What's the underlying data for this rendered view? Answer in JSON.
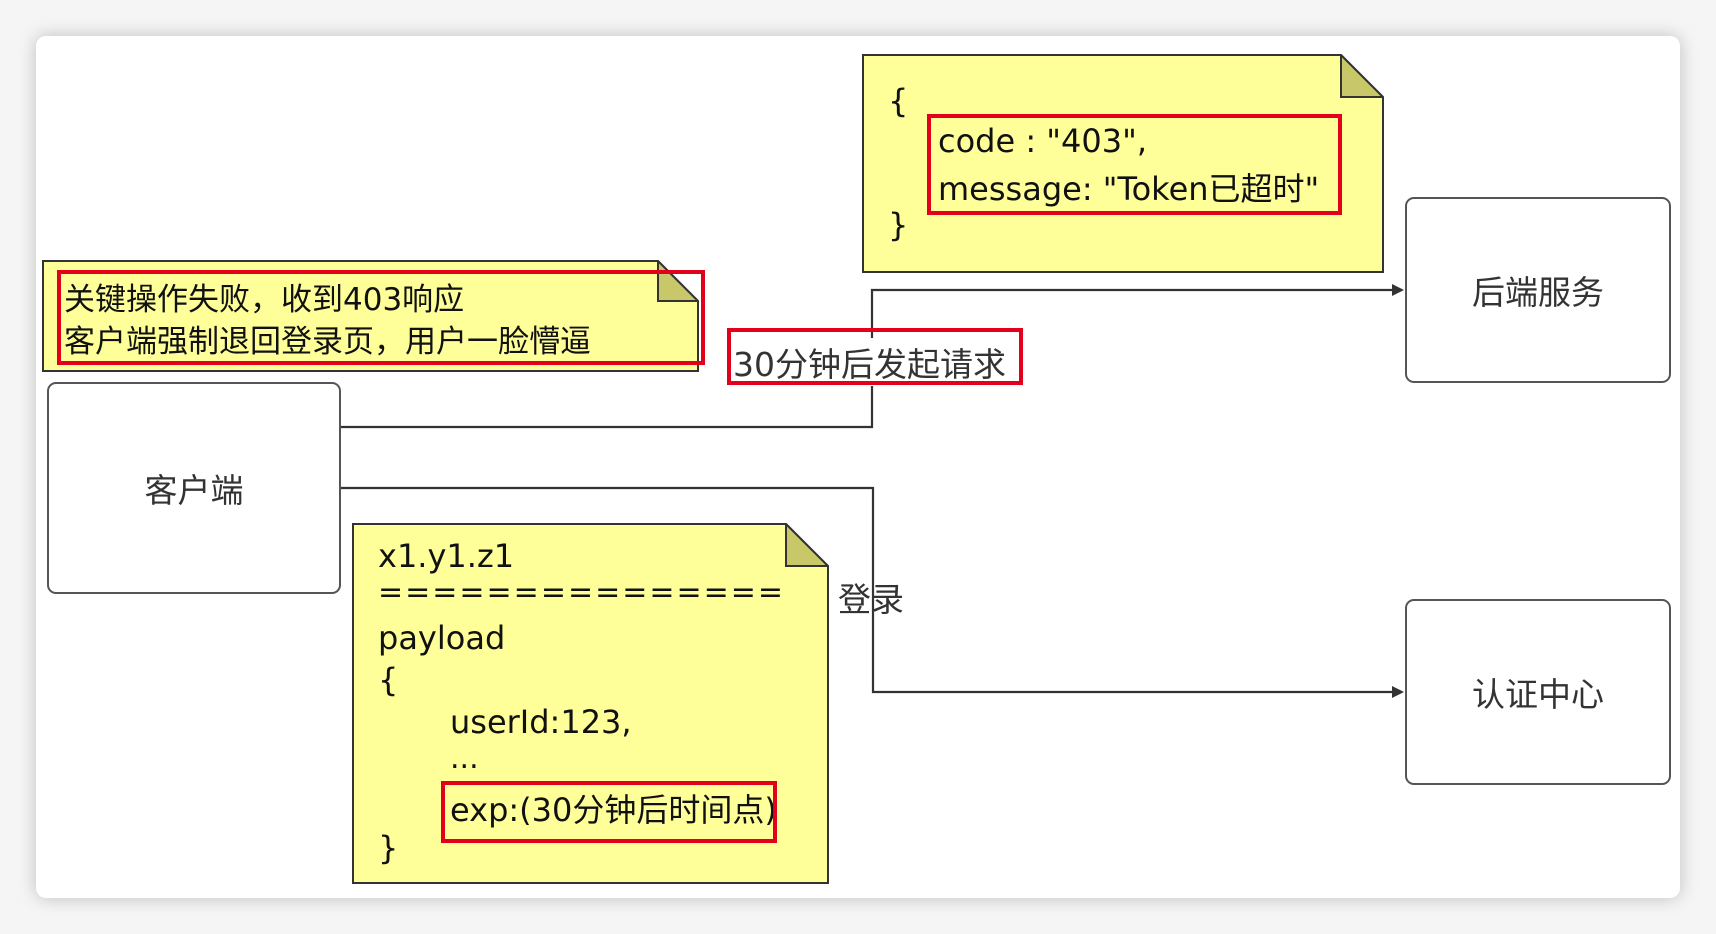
{
  "nodes": {
    "client": "客户端",
    "backend": "后端服务",
    "auth": "认证中心"
  },
  "edges": {
    "request_label": "30分钟后发起请求",
    "login_label": "登录"
  },
  "notes": {
    "response": {
      "open": "{",
      "code_line": "code : \"403\",",
      "message_line": "message: \"Token已超时\"",
      "close": "}"
    },
    "failure": {
      "line1": "关键操作失败，收到403响应",
      "line2": "客户端强制退回登录页，用户一脸懵逼"
    },
    "token": {
      "line1": "x1.y1.z1",
      "line2": "===============",
      "line3": "payload",
      "line4": "{",
      "line5": "userId:123,",
      "line6": "...",
      "line7": "exp:(30分钟后时间点)",
      "line8": "}"
    }
  },
  "colors": {
    "note_fill": "#ffff99",
    "note_fold": "#c8c86a",
    "highlight": "#e3001b",
    "line": "#333333"
  }
}
